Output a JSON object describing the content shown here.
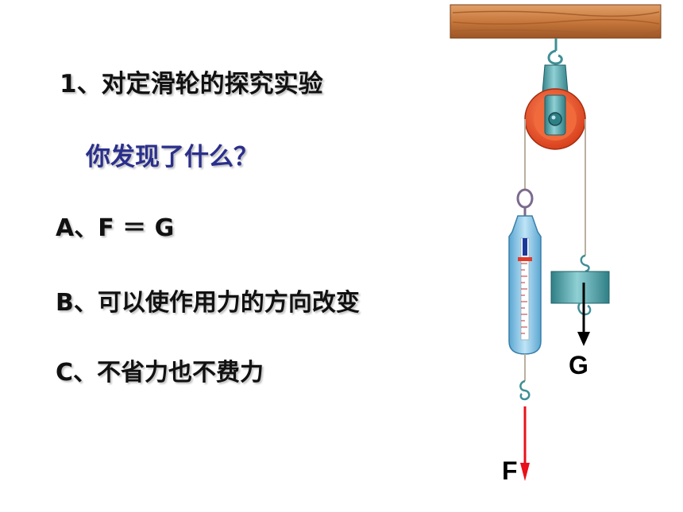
{
  "slide": {
    "title": "1、对定滑轮的探究实验",
    "question": "你发现了什么？",
    "options": [
      "A、F ＝ G",
      "B、可以使作用力的方向改变",
      "C、不省力也不费力"
    ]
  },
  "diagram": {
    "force_g_label": "G",
    "force_f_label": "F",
    "colors": {
      "beam": "#c8783c",
      "pulley_rim": "#e0502a",
      "metal": "#3f9aa0",
      "scale_body": "#7fbfe0",
      "arrow_f": "#e8101a",
      "arrow_g": "#000000"
    }
  }
}
